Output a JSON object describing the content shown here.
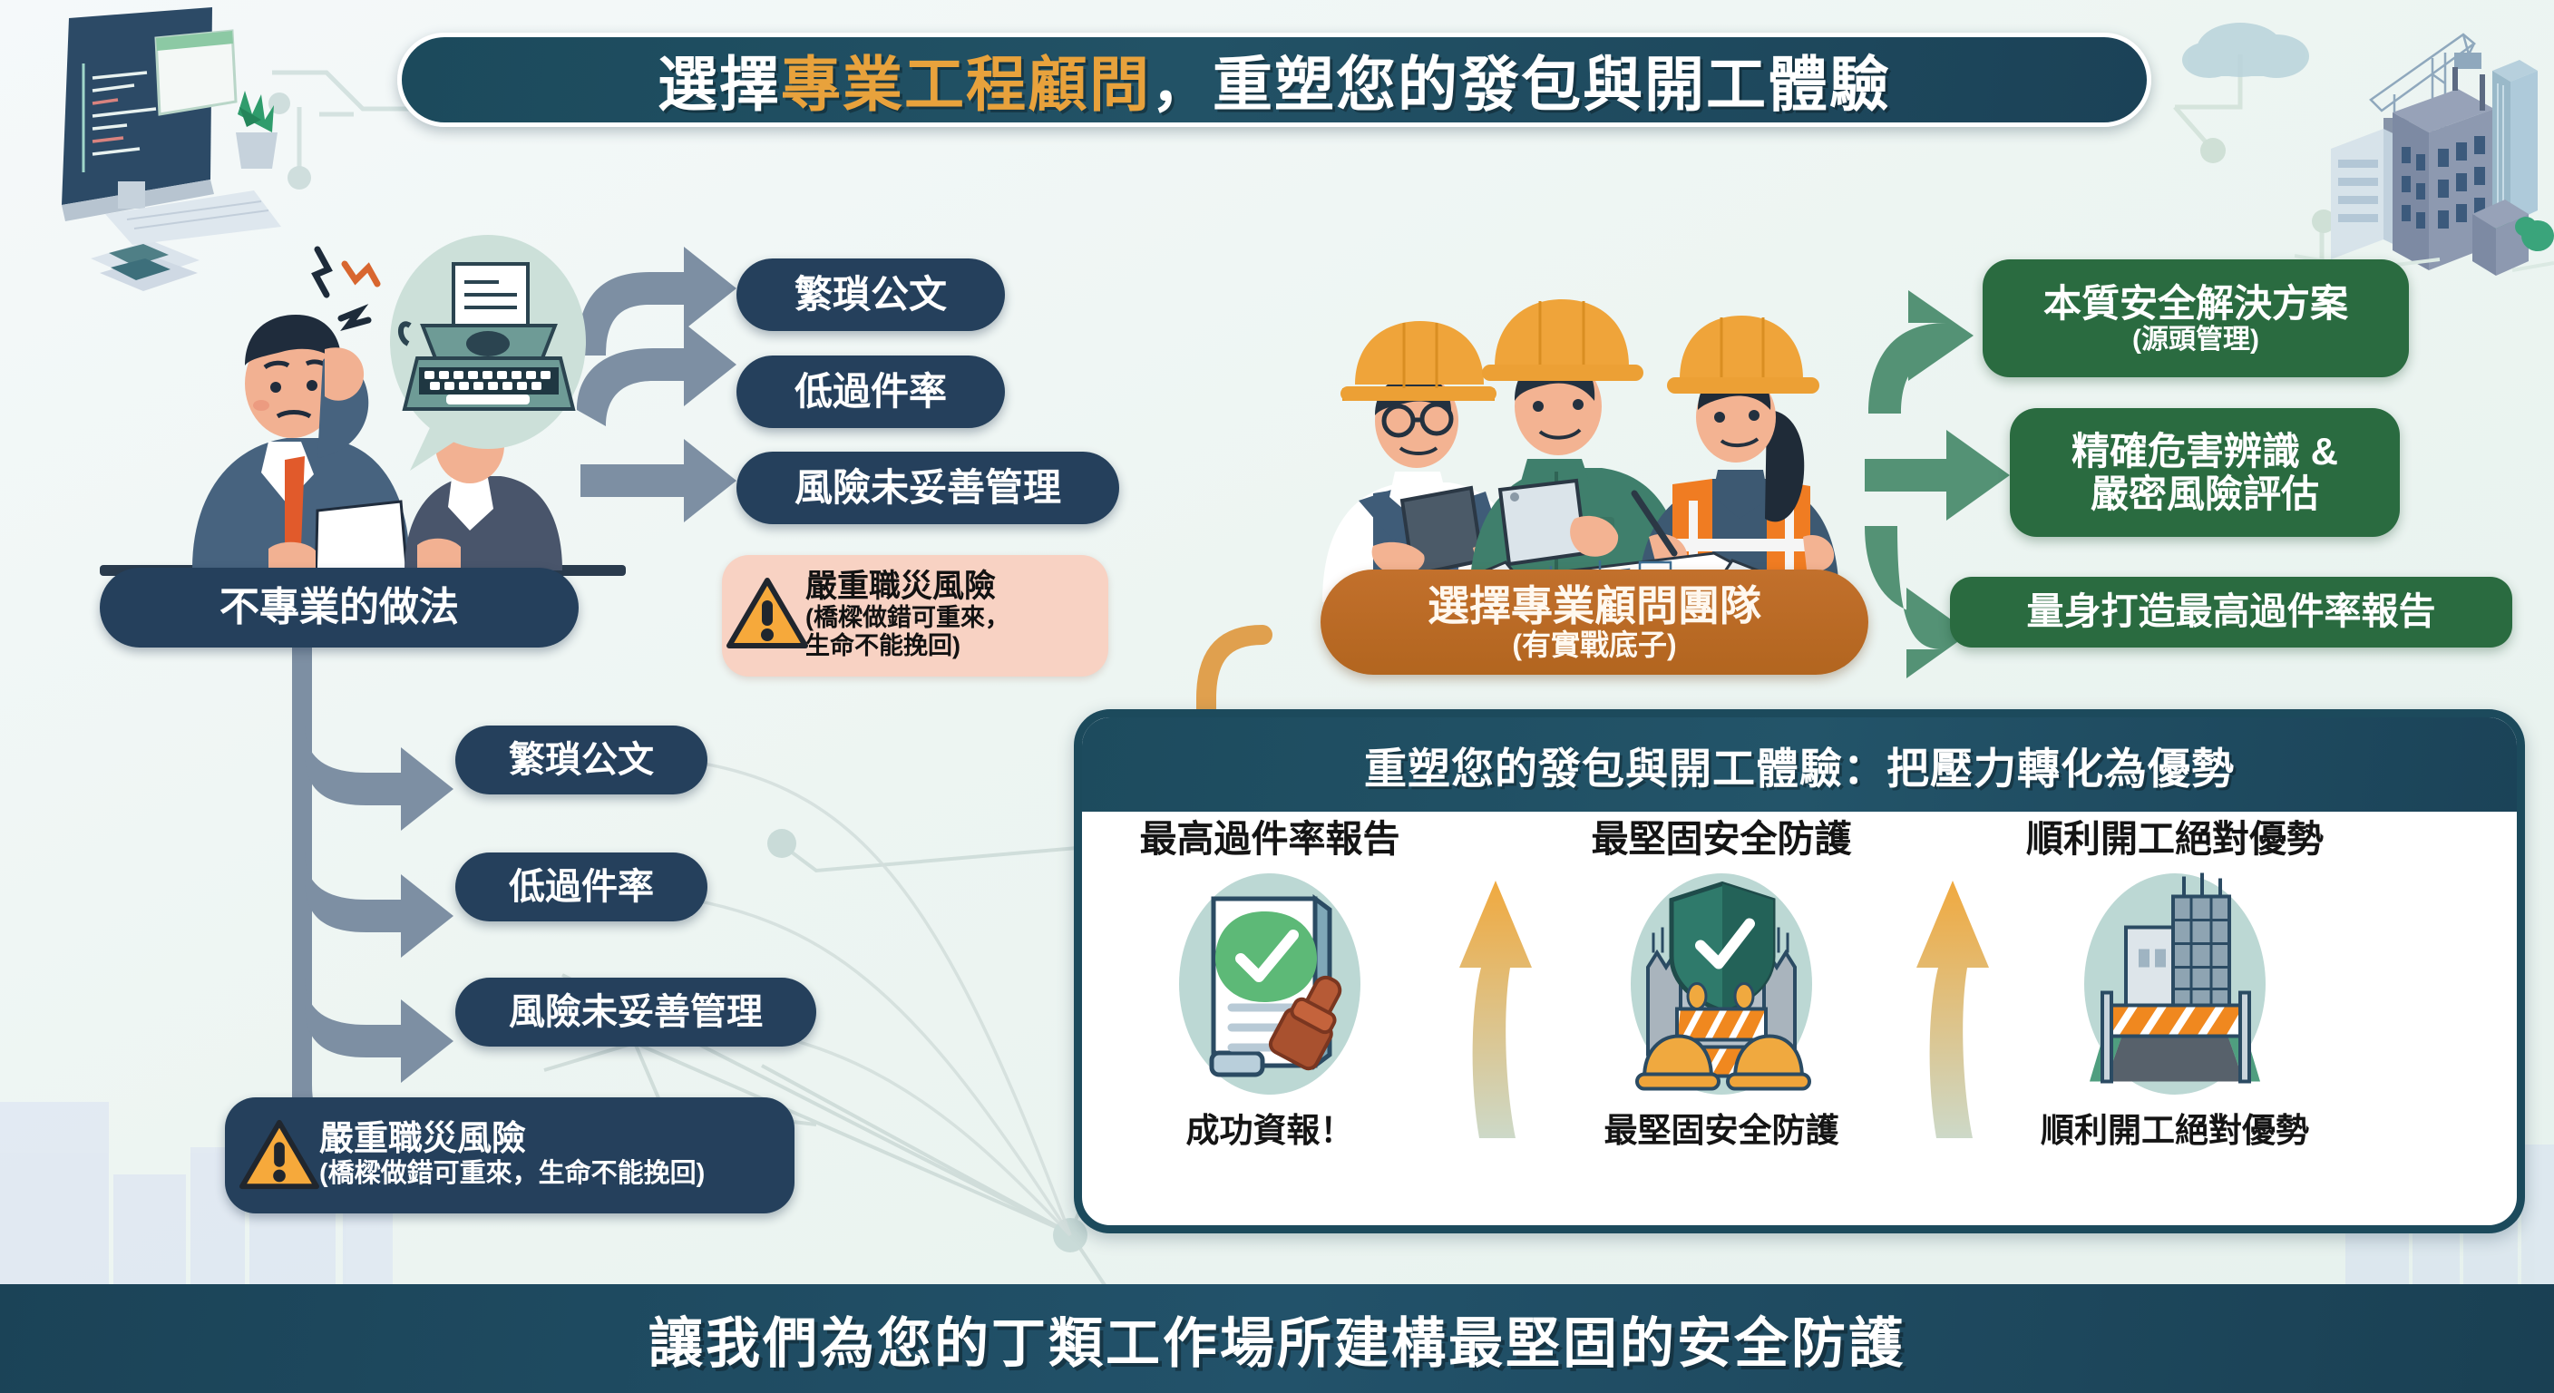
{
  "title": {
    "prefix": "選擇",
    "highlight": "專業工程顧問",
    "suffix": "，重塑您的發包與開工體驗"
  },
  "left_section": {
    "root_label": "不專業的做法",
    "top_items": [
      {
        "label": "繁瑣公文"
      },
      {
        "label": "低過件率"
      },
      {
        "label": "風險未妥善管理"
      }
    ],
    "bottom_items": [
      {
        "label": "繁瑣公文"
      },
      {
        "label": "低過件率"
      },
      {
        "label": "風險未妥善管理"
      }
    ],
    "warning_top": {
      "line1": "嚴重職災風險",
      "line2": "(橋樑做錯可重來，",
      "line3": "生命不能挽回)",
      "icon": "warning-triangle-icon",
      "bg_color": "#f8d2c3"
    },
    "warning_bottom": {
      "line1": "嚴重職災風險",
      "line2": "(橋樑做錯可重來，生命不能挽回)",
      "icon": "warning-triangle-icon",
      "bg_color": "#25405c"
    },
    "illustration": {
      "name": "stressed-office-workers-illustration",
      "speech_bubble_icon": "typewriter-document-icon"
    }
  },
  "right_section": {
    "root_label": {
      "line1": "選擇專業顧問團隊",
      "line2": "(有實戰底子)"
    },
    "items": [
      {
        "line1": "本質安全解決方案",
        "line2": "(源頭管理)"
      },
      {
        "line1": "精確危害辨識 &",
        "line2": "嚴密風險評估"
      },
      {
        "line1": "量身打造最高過件率報告",
        "line2": ""
      }
    ],
    "illustration": {
      "name": "three-engineers-blueprint-illustration"
    }
  },
  "benefits_panel": {
    "header": "重塑您的發包與開工體驗：把壓力轉化為優勢",
    "columns": [
      {
        "head": "最高過件率報告",
        "foot": "成功資報！",
        "icon": "approved-document-stamp-icon"
      },
      {
        "head": "最堅固安全防護",
        "foot": "最堅固安全防護",
        "icon": "shield-barrier-helmet-icon"
      },
      {
        "head": "順利開工絕對優勢",
        "foot": "順利開工絕對優勢",
        "icon": "construction-site-road-icon"
      }
    ],
    "arrows": [
      "up-arrow-1",
      "up-arrow-2"
    ]
  },
  "footer": {
    "text": "讓我們為您的丁類工作場所建構最堅固的安全防護"
  },
  "colors": {
    "banner_dark": "#1c4a5c",
    "accent_orange": "#e8a23c",
    "pill_navy": "#25405c",
    "green_box": "#2a6b40",
    "orange_box": "#b2651f",
    "warning_peach": "#f8d2c3",
    "footer_navy": "#1b4357",
    "arrow_gray": "#7d8fa3",
    "arrow_green": "#549275"
  }
}
